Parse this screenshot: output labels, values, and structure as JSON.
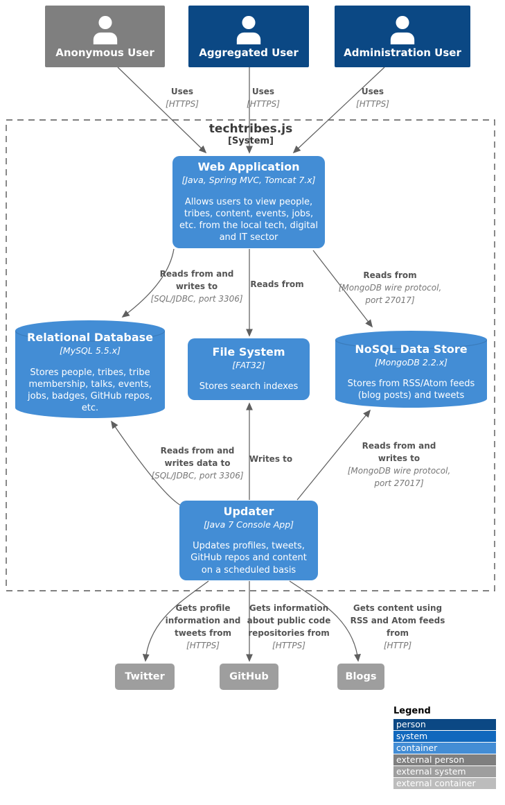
{
  "colors": {
    "person": "#0b4884",
    "system": "#1168bd",
    "container": "#438dd5",
    "external_person": "#7f7f7f",
    "external_system": "#9e9e9e",
    "external_container": "#bcbcbc",
    "edge": "#5f5f5f",
    "label_bold": "#545454",
    "label_tech": "#767676",
    "boundary": "#555555"
  },
  "boundary": {
    "title": "techtribes.js",
    "subtitle": "[System]"
  },
  "actors": {
    "anonymous": {
      "label": "Anonymous User",
      "icon": "person-icon"
    },
    "aggregated": {
      "label": "Aggregated User",
      "icon": "person-icon"
    },
    "administration": {
      "label": "Administration User",
      "icon": "person-icon"
    }
  },
  "containers": {
    "web_app": {
      "title": "Web Application",
      "tech": "[Java, Spring MVC, Tomcat 7.x]",
      "desc": "Allows users to view people, tribes, content, events, jobs, etc. from the local tech, digital and IT sector"
    },
    "relational_db": {
      "title": "Relational Database",
      "tech": "[MySQL 5.5.x]",
      "desc": "Stores people, tribes, tribe membership, talks, events, jobs, badges, GitHub repos, etc."
    },
    "file_system": {
      "title": "File System",
      "tech": "[FAT32]",
      "desc": "Stores search indexes"
    },
    "nosql": {
      "title": "NoSQL Data Store",
      "tech": "[MongoDB 2.2.x]",
      "desc": "Stores from RSS/Atom feeds (blog posts) and tweets"
    },
    "updater": {
      "title": "Updater",
      "tech": "[Java 7 Console App]",
      "desc": "Updates profiles, tweets, GitHub repos and content on a scheduled basis"
    }
  },
  "external_systems": {
    "twitter": {
      "label": "Twitter"
    },
    "github": {
      "label": "GitHub"
    },
    "blogs": {
      "label": "Blogs"
    }
  },
  "edges": {
    "anon_web": {
      "bold": "Uses",
      "tech": "[HTTPS]"
    },
    "agg_web": {
      "bold": "Uses",
      "tech": "[HTTPS]"
    },
    "admin_web": {
      "bold": "Uses",
      "tech": "[HTTPS]"
    },
    "web_rdb": {
      "bold": "Reads from and\nwrites to",
      "tech": "[SQL/JDBC, port 3306]"
    },
    "web_fs": {
      "bold": "Reads from",
      "tech": ""
    },
    "web_nosql": {
      "bold": "Reads from",
      "tech": "[MongoDB wire protocol,\nport 27017]"
    },
    "upd_rdb": {
      "bold": "Reads from and\nwrites data to",
      "tech": "[SQL/JDBC, port 3306]"
    },
    "upd_fs": {
      "bold": "Writes to",
      "tech": ""
    },
    "upd_nosql": {
      "bold": "Reads from and\nwrites to",
      "tech": "[MongoDB wire protocol,\nport 27017]"
    },
    "upd_twitter": {
      "bold": "Gets profile\ninformation and\ntweets from",
      "tech": "[HTTPS]"
    },
    "upd_github": {
      "bold": "Gets information\nabout public code\nrepositories from",
      "tech": "[HTTPS]"
    },
    "upd_blogs": {
      "bold": "Gets content using\nRSS and Atom feeds\nfrom",
      "tech": "[HTTP]"
    }
  },
  "legend": {
    "title": "Legend",
    "items": [
      {
        "label": "person",
        "color": "#0b4884"
      },
      {
        "label": "system",
        "color": "#1168bd"
      },
      {
        "label": "container",
        "color": "#438dd5"
      },
      {
        "label": "external person",
        "color": "#7f7f7f"
      },
      {
        "label": "external system",
        "color": "#9e9e9e"
      },
      {
        "label": "external container",
        "color": "#bcbcbc"
      }
    ]
  }
}
